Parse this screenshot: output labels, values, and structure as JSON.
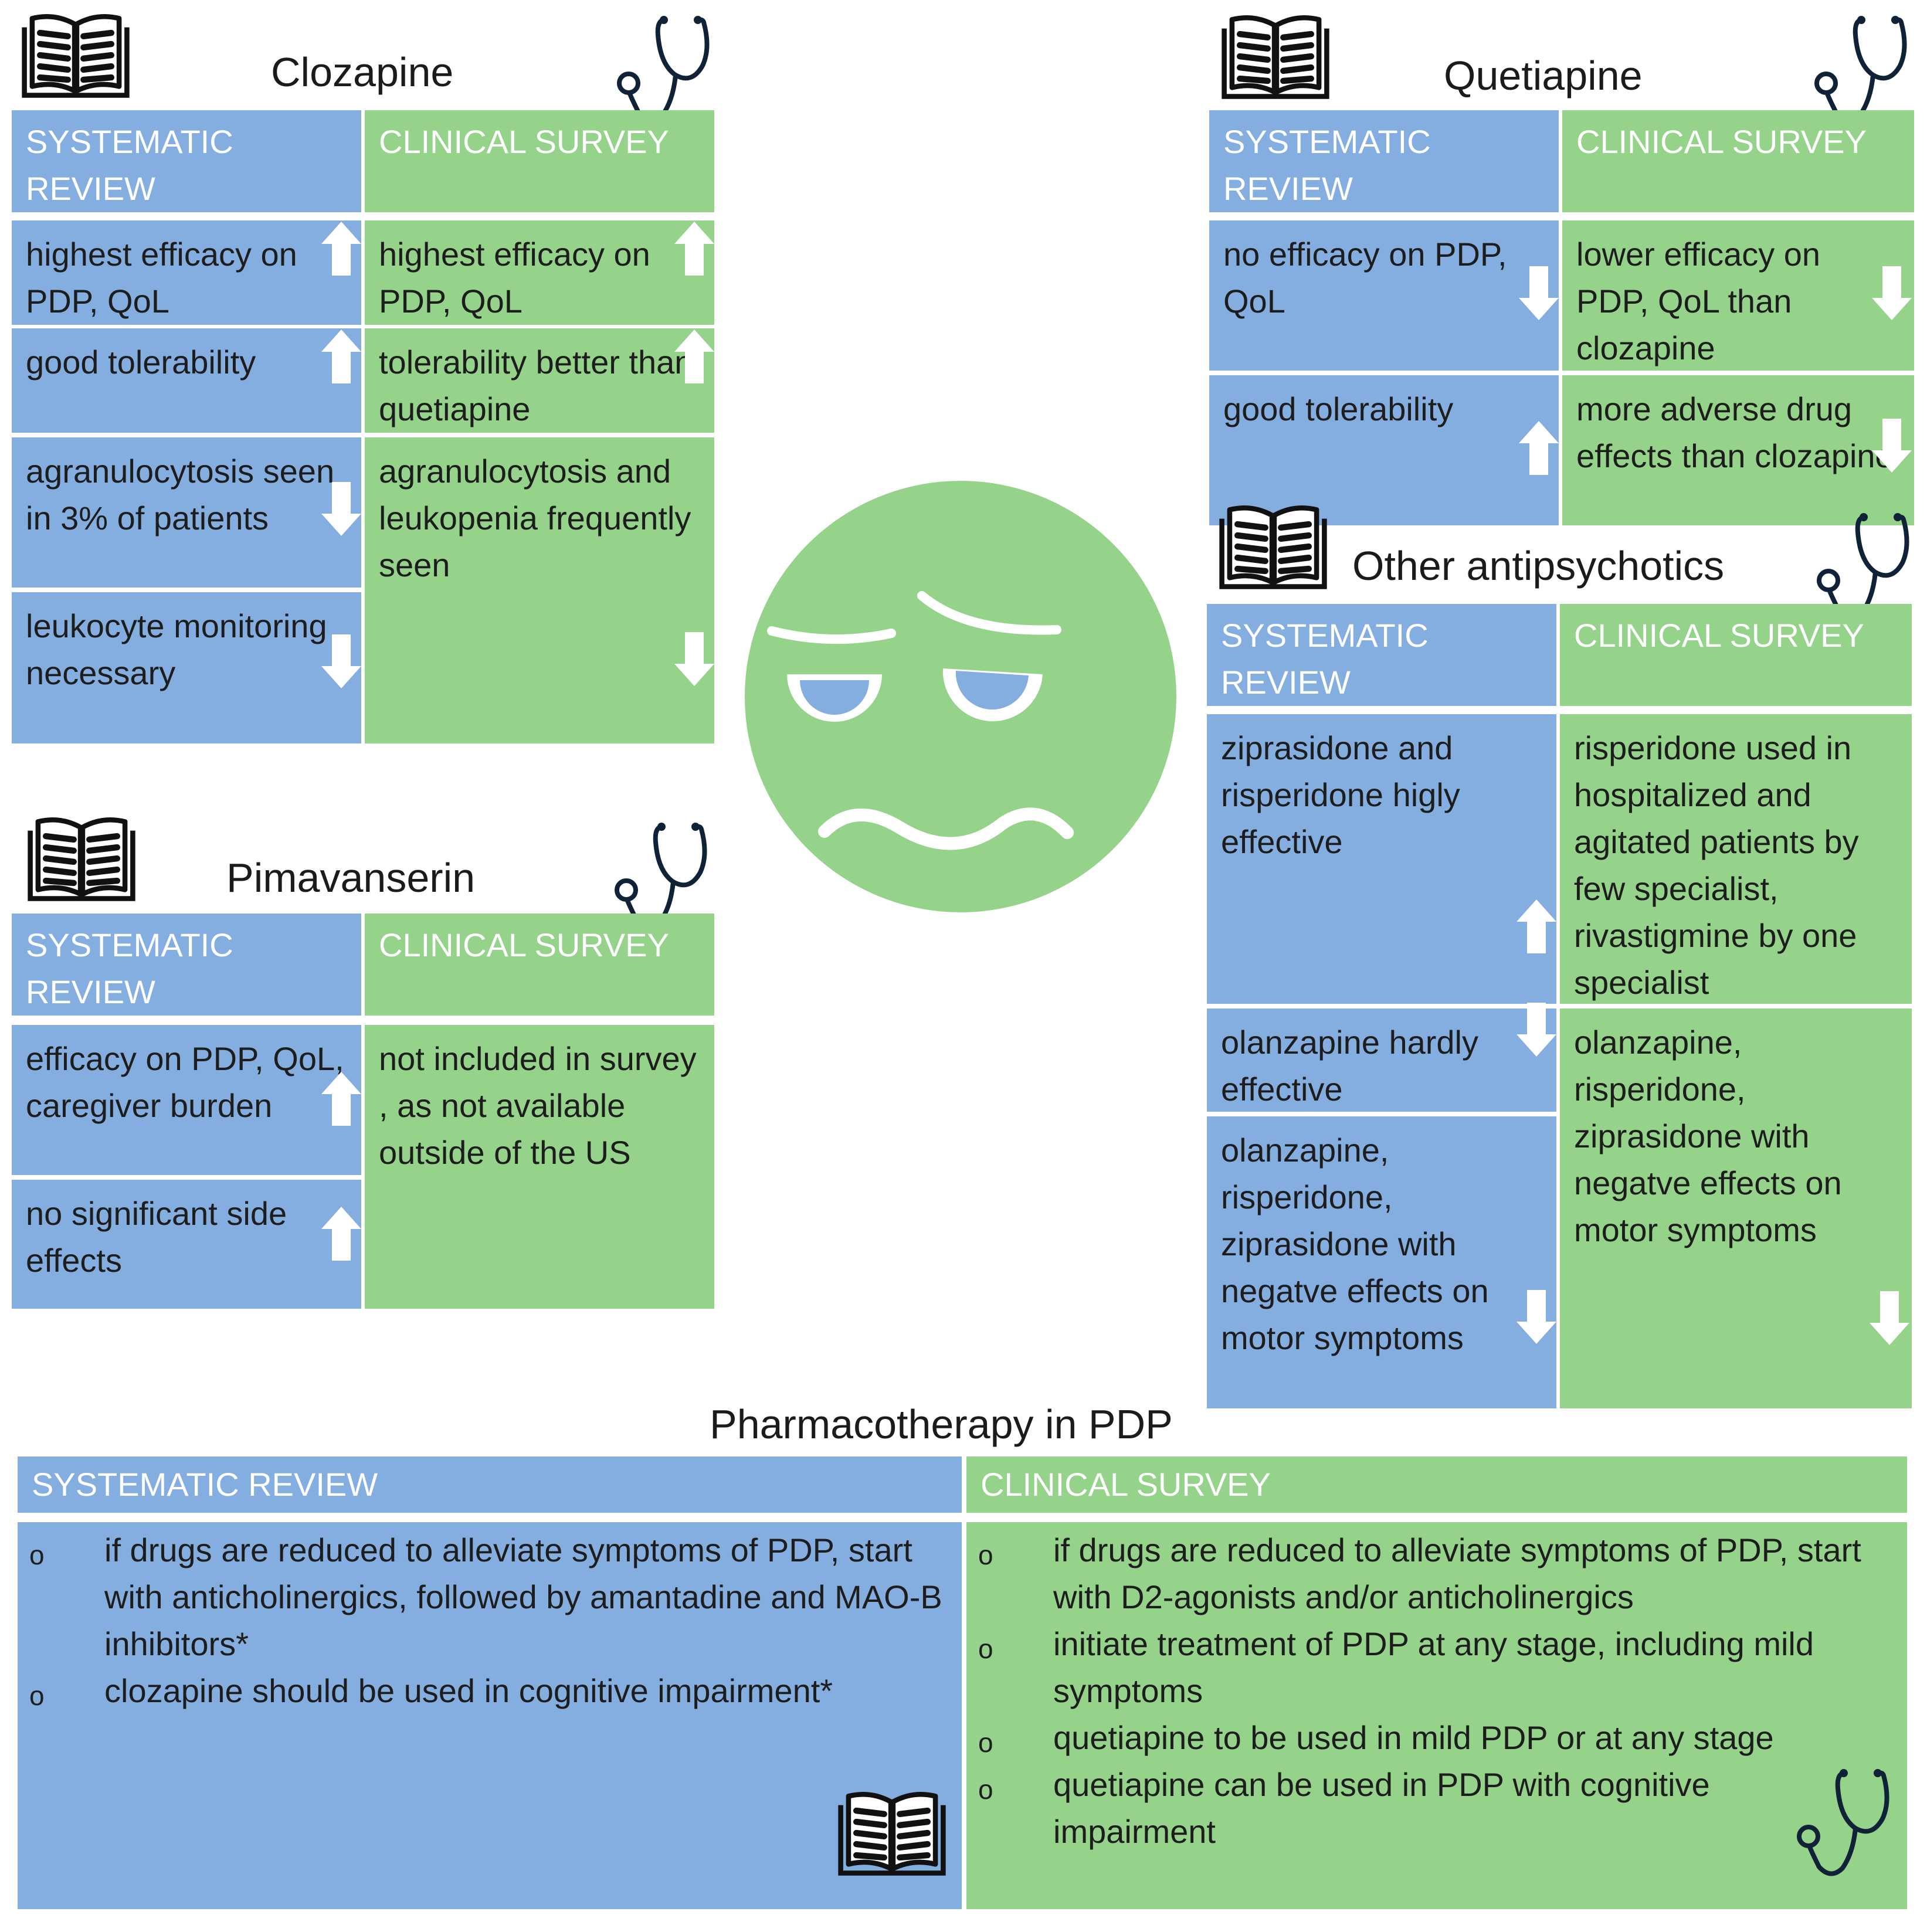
{
  "labels": {
    "systematic_review": "SYSTEMATIC REVIEW",
    "clinical_survey": "CLINICAL SURVEY"
  },
  "clozapine": {
    "title": "Clozapine",
    "review": [
      {
        "text": "highest efficacy on PDP, QoL",
        "trend": "up"
      },
      {
        "text": "good tolerability",
        "trend": "up"
      },
      {
        "text": "agranulocytosis seen in 3% of patients",
        "trend": "down"
      },
      {
        "text": "leukocyte monitoring necessary",
        "trend": "down"
      }
    ],
    "survey": [
      {
        "text": "highest efficacy on PDP, QoL",
        "trend": "up"
      },
      {
        "text": "tolerability better than quetiapine",
        "trend": "up"
      },
      {
        "text": "agranulocytosis and leukopenia frequently seen",
        "trend": "down"
      }
    ]
  },
  "quetiapine": {
    "title": "Quetiapine",
    "review": [
      {
        "text": "no efficacy on PDP, QoL",
        "trend": "down"
      },
      {
        "text": "good tolerability",
        "trend": "up"
      }
    ],
    "survey": [
      {
        "text": "lower efficacy on PDP, QoL than clozapine",
        "trend": "down"
      },
      {
        "text": "more adverse drug effects than clozapine",
        "trend": "down"
      }
    ]
  },
  "pimavanserin": {
    "title": "Pimavanserin",
    "review": [
      {
        "text": "efficacy on PDP, QoL, caregiver burden",
        "trend": "up"
      },
      {
        "text": "no significant side effects",
        "trend": "up"
      }
    ],
    "survey": [
      {
        "text": "not included in survey , as not available outside of the US",
        "trend": "none"
      }
    ]
  },
  "other": {
    "title": "Other antipsychotics",
    "review": [
      {
        "text": "ziprasidone and risperidone higly effective",
        "trend": "up"
      },
      {
        "text": "olanzapine hardly effective",
        "trend": "down"
      },
      {
        "text": "olanzapine, risperidone, ziprasidone with negatve effects on motor symptoms",
        "trend": "down"
      }
    ],
    "survey": [
      {
        "text": "risperidone used in hospitalized and agitated patients by few specialist, rivastigmine by one specialist",
        "trend": "none"
      },
      {
        "text": "olanzapine, risperidone, ziprasidone with negatve effects on motor symptoms",
        "trend": "down"
      }
    ]
  },
  "pharma": {
    "title": "Pharmacotherapy in PDP",
    "bullet": "o",
    "review": [
      "if drugs are reduced to alleviate symptoms of PDP, start with anticholinergics, followed by amantadine and MAO-B inhibitors*",
      "clozapine should be used in cognitive impairment*"
    ],
    "survey": [
      "if drugs are reduced to alleviate symptoms of PDP, start with D2-agonists and/or anticholinergics",
      "initiate treatment of PDP at any stage, including mild symptoms",
      "quetiapine to be used in mild PDP or at any stage",
      "quetiapine can be used in PDP with cognitive impairment"
    ]
  },
  "icons": {
    "book": "book-icon",
    "stethoscope": "stethoscope-icon",
    "face": "worried-face-icon",
    "arrow_up": "arrow-up-icon",
    "arrow_down": "arrow-down-icon"
  },
  "colors": {
    "review_blue": "#85aee0",
    "survey_green": "#95d38a",
    "face_green": "#95d38a",
    "eye_blue": "#85aee0",
    "icon_dark": "#0f2238",
    "text_white": "#ffffff"
  }
}
